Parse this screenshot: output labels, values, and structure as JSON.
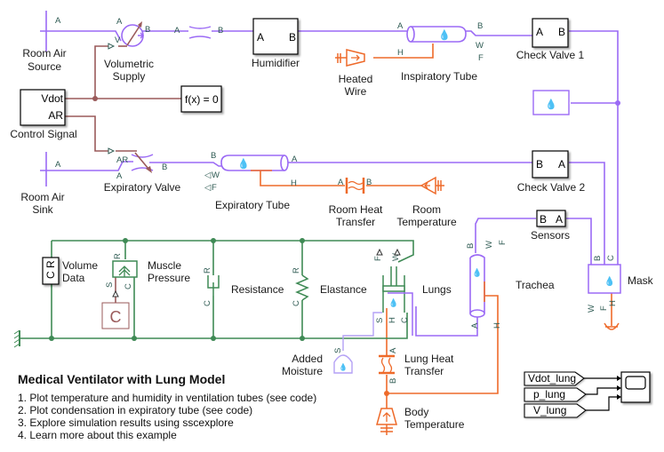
{
  "title": "Medical Ventilator with Lung Model",
  "notes": [
    "1. Plot temperature and humidity in ventilation tubes (see code)",
    "2. Plot condensation in expiratory tube (see code)",
    "3. Explore simulation results using sscexplore",
    "4. Learn more about this example"
  ],
  "colors": {
    "moist_air": "#9b6af5",
    "signal": "#9a5a5a",
    "mechanical": "#3f8a55",
    "thermal": "#ee6a2a"
  },
  "blocks": {
    "room_air_source": {
      "label": "Room Air Source",
      "line1": "Room Air",
      "line2": "Source",
      "port": "A"
    },
    "volumetric_supply": {
      "line1": "Volumetric",
      "line2": "Supply",
      "ports": [
        "A",
        "B",
        "V"
      ]
    },
    "pipe_ab": {
      "ports": [
        "A",
        "B"
      ]
    },
    "humidifier": {
      "label": "Humidifier",
      "ports": [
        "A",
        "B"
      ]
    },
    "heated_wire": {
      "line1": "Heated",
      "line2": "Wire"
    },
    "inspiratory_tube": {
      "label": "Inspiratory Tube",
      "ports": [
        "A",
        "B",
        "H",
        "W",
        "F"
      ]
    },
    "check_valve_1": {
      "label": "Check Valve 1",
      "ports": [
        "A",
        "B"
      ]
    },
    "control_signal": {
      "label": "Control Signal",
      "ports": [
        "Vdot",
        "AR"
      ]
    },
    "fx_constraint": {
      "label": "f(x) = 0"
    },
    "room_air_sink": {
      "line1": "Room Air",
      "line2": "Sink",
      "port": "A"
    },
    "expiratory_valve": {
      "label": "Expiratory Valve",
      "ports": [
        "AR",
        "A",
        "B"
      ]
    },
    "expiratory_tube": {
      "label": "Expiratory Tube",
      "ports": [
        "B",
        "A",
        "H",
        "W",
        "F"
      ]
    },
    "room_heat_transfer": {
      "line1": "Room Heat",
      "line2": "Transfer",
      "ports": [
        "A",
        "B"
      ]
    },
    "room_temperature": {
      "line1": "Room",
      "line2": "Temperature"
    },
    "check_valve_2": {
      "label": "Check Valve 2",
      "ports": [
        "B",
        "A"
      ]
    },
    "sensors": {
      "label": "Sensors",
      "ports": [
        "B",
        "A"
      ]
    },
    "mask": {
      "label": "Mask",
      "ports": [
        "A",
        "B",
        "C",
        "W",
        "F",
        "H"
      ]
    },
    "trachea": {
      "label": "Trachea",
      "ports": [
        "B",
        "W",
        "F",
        "A",
        "H"
      ]
    },
    "volume_data": {
      "line1": "Volume",
      "line2": "Data",
      "ports": [
        "C",
        "R"
      ]
    },
    "muscle_pressure": {
      "line1": "Muscle",
      "line2": "Pressure",
      "ports": [
        "R",
        "C",
        "S"
      ]
    },
    "constant_c": {
      "label": "C"
    },
    "resistance": {
      "label": "Resistance",
      "ports": [
        "R",
        "C"
      ]
    },
    "elastance": {
      "label": "Elastance",
      "ports": [
        "R",
        "C"
      ]
    },
    "lungs": {
      "label": "Lungs",
      "ports": [
        "F",
        "W",
        "S",
        "H",
        "C",
        "A"
      ]
    },
    "added_moisture": {
      "line1": "Added",
      "line2": "Moisture",
      "port": "S"
    },
    "lung_heat_transfer": {
      "line1": "Lung Heat",
      "line2": "Transfer",
      "ports": [
        "A",
        "B"
      ]
    },
    "body_temperature": {
      "line1": "Body",
      "line2": "Temperature"
    }
  },
  "scope": {
    "inputs": [
      "Vdot_lung",
      "p_lung",
      "V_lung"
    ]
  }
}
